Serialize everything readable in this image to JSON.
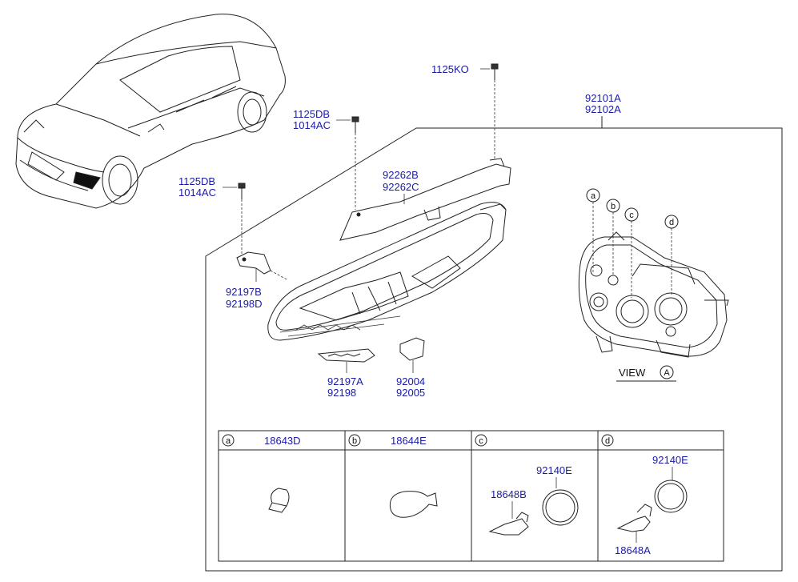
{
  "labels": {
    "bolt_top": "1125KO",
    "lamp_assy_1": "92101A",
    "lamp_assy_2": "92102A",
    "bolt_mid_1": "1125DB",
    "bolt_mid_2": "1014AC",
    "bolt_left_1": "1125DB",
    "bolt_left_2": "1014AC",
    "bracket_upper_1": "92262B",
    "bracket_upper_2": "92262C",
    "bracket_side_1": "92197B",
    "bracket_side_2": "92198D",
    "bracket_lower_1": "92197A",
    "bracket_lower_2": "92198",
    "socket_1": "92004",
    "socket_2": "92005",
    "view_caption": "VIEW",
    "view_letter": "A"
  },
  "callouts": [
    "a",
    "b",
    "c",
    "d"
  ],
  "table": [
    {
      "key": "a",
      "part": "18643D"
    },
    {
      "key": "b",
      "part": "18644E"
    },
    {
      "key": "c",
      "parts": [
        "92140E",
        "18648B"
      ]
    },
    {
      "key": "d",
      "parts": [
        "92140E",
        "18648A"
      ]
    }
  ],
  "colors": {
    "part_number_text": "#1a1aa8",
    "line_art": "#222222"
  }
}
